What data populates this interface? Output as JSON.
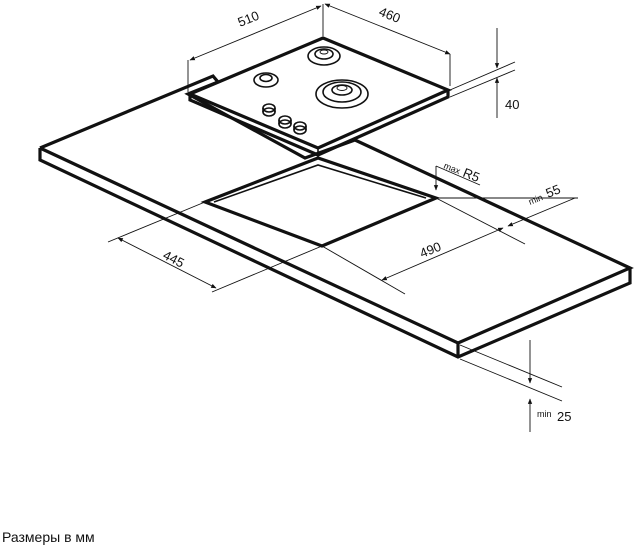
{
  "dimensions": {
    "hob_width": "510",
    "hob_depth": "460",
    "hob_height": "40",
    "cutout_depth": "445",
    "cutout_width": "490",
    "corner_radius_prefix": "max",
    "corner_radius": "R5",
    "edge_distance_prefix": "min",
    "edge_distance": "55",
    "worktop_thickness_prefix": "min",
    "worktop_thickness": "25"
  },
  "caption": "Размеры в мм"
}
